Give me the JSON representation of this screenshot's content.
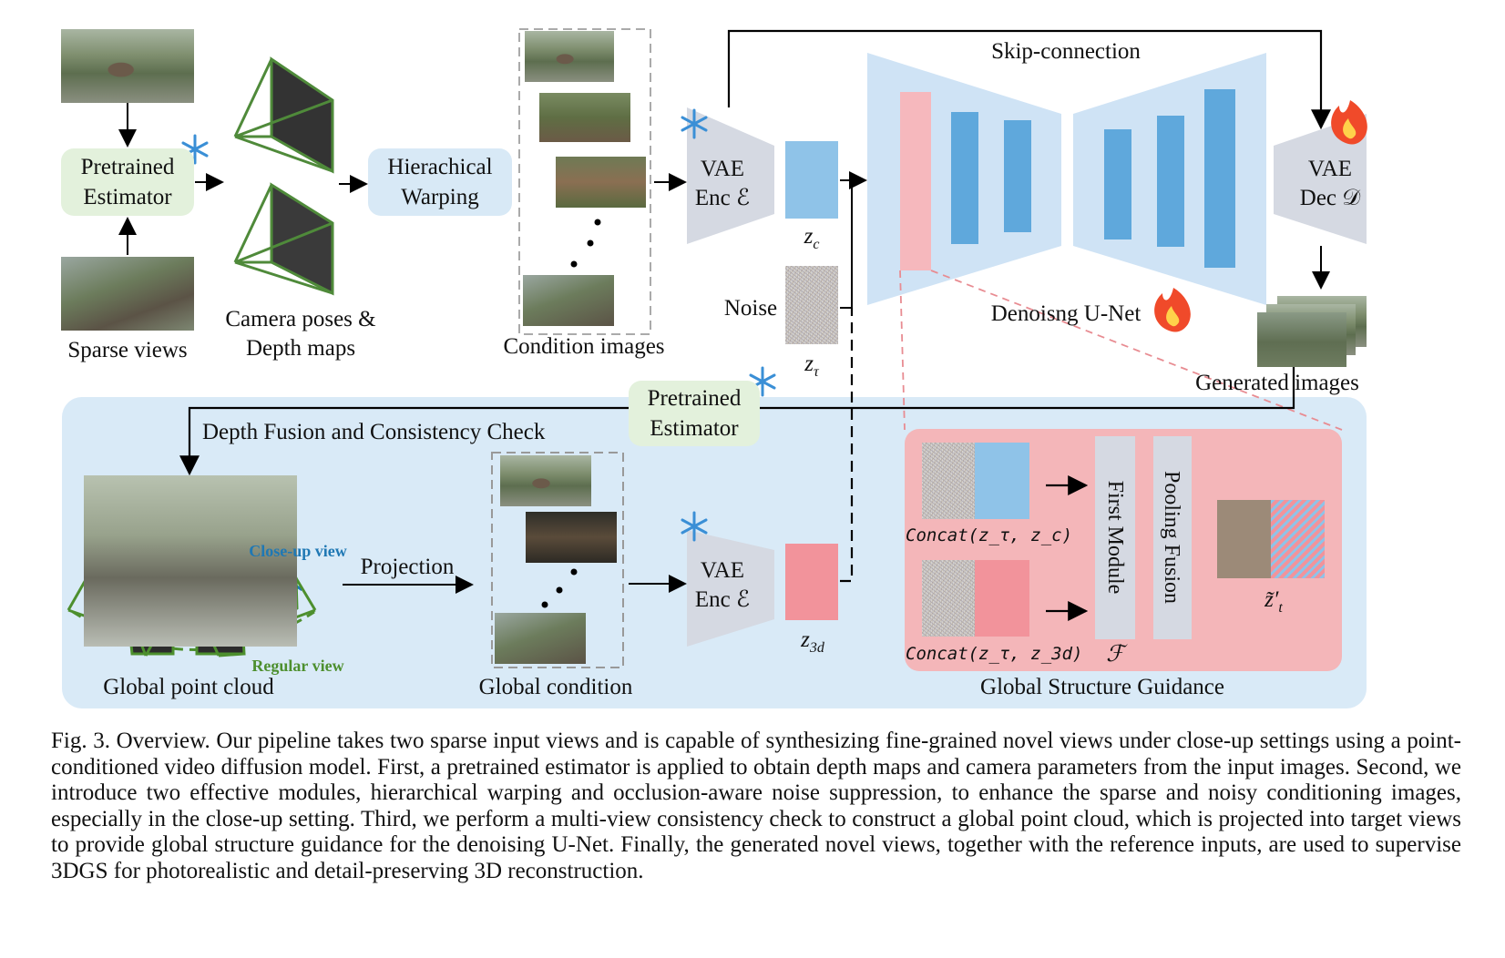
{
  "figure": {
    "labels": {
      "sparse_views": "Sparse views",
      "pretrained_estimator": "Pretrained Estimator",
      "camera_poses_line1": "Camera poses &",
      "camera_poses_line2": "Depth maps",
      "hierarchical_warping": "Hierachical Warping",
      "condition_images": "Condition images",
      "vae_enc": "VAE Enc ℰ",
      "z_c": "z",
      "z_c_sub": "c",
      "noise": "Noise",
      "z_tau": "z",
      "z_tau_sub": "τ",
      "skip_connection": "Skip-connection",
      "denoising_unet": "Denoisng U-Net",
      "vae_dec": "VAE Dec 𝒟",
      "generated_images": "Generated images",
      "pretrained_estimator_2": "Pretrained Estimator",
      "depth_fusion": "Depth Fusion and Consistency Check",
      "close_up_view": "Close-up view",
      "regular_view": "Regular view",
      "global_point_cloud": "Global point cloud",
      "projection": "Projection",
      "global_condition": "Global condition",
      "vae_enc_2": "VAE Enc ℰ",
      "z_3d": "z",
      "z_3d_sub": "3d",
      "concat_c": "Concat(z_τ, z_c)",
      "concat_3d": "Concat(z_τ, z_3d)",
      "first_module": "First Module",
      "f_symbol": "ℱ",
      "pooling_fusion": "Pooling Fusion",
      "z_tilde": "z̃′",
      "z_tilde_sub": "t",
      "global_structure_guidance": "Global Structure Guidance"
    },
    "icons": {
      "frozen": "snowflake-icon",
      "trainable": "flame-icon"
    },
    "colors": {
      "green_box": "#e3f1dc",
      "blue_box": "#d8e9f6",
      "bottom_panel": "#d9eaf7",
      "guidance_panel": "#f4b6b9",
      "vae_gray": "#d5d9e2",
      "latent_blue": "#8fc3e8",
      "latent_pink": "#f2939b",
      "camera_green": "#4f8a3a",
      "close_up_blue": "#1f78b4",
      "regular_green": "#4d8f2e"
    }
  },
  "caption": "Fig. 3. Overview. Our pipeline takes two sparse input views and is capable of synthesizing fine-grained novel views under close-up settings using a point-conditioned video diffusion model. First, a pretrained estimator is applied to obtain depth maps and camera parameters from the input images. Second, we introduce two effective modules, hierarchical warping and occlusion-aware noise suppression, to enhance the sparse and noisy conditioning images, especially in the close-up setting. Third, we perform a multi-view consistency check to construct a global point cloud, which is projected into target views to provide global structure guidance for the denoising U-Net. Finally, the generated novel views, together with the reference inputs, are used to supervise 3DGS for photorealistic and detail-preserving 3D reconstruction."
}
